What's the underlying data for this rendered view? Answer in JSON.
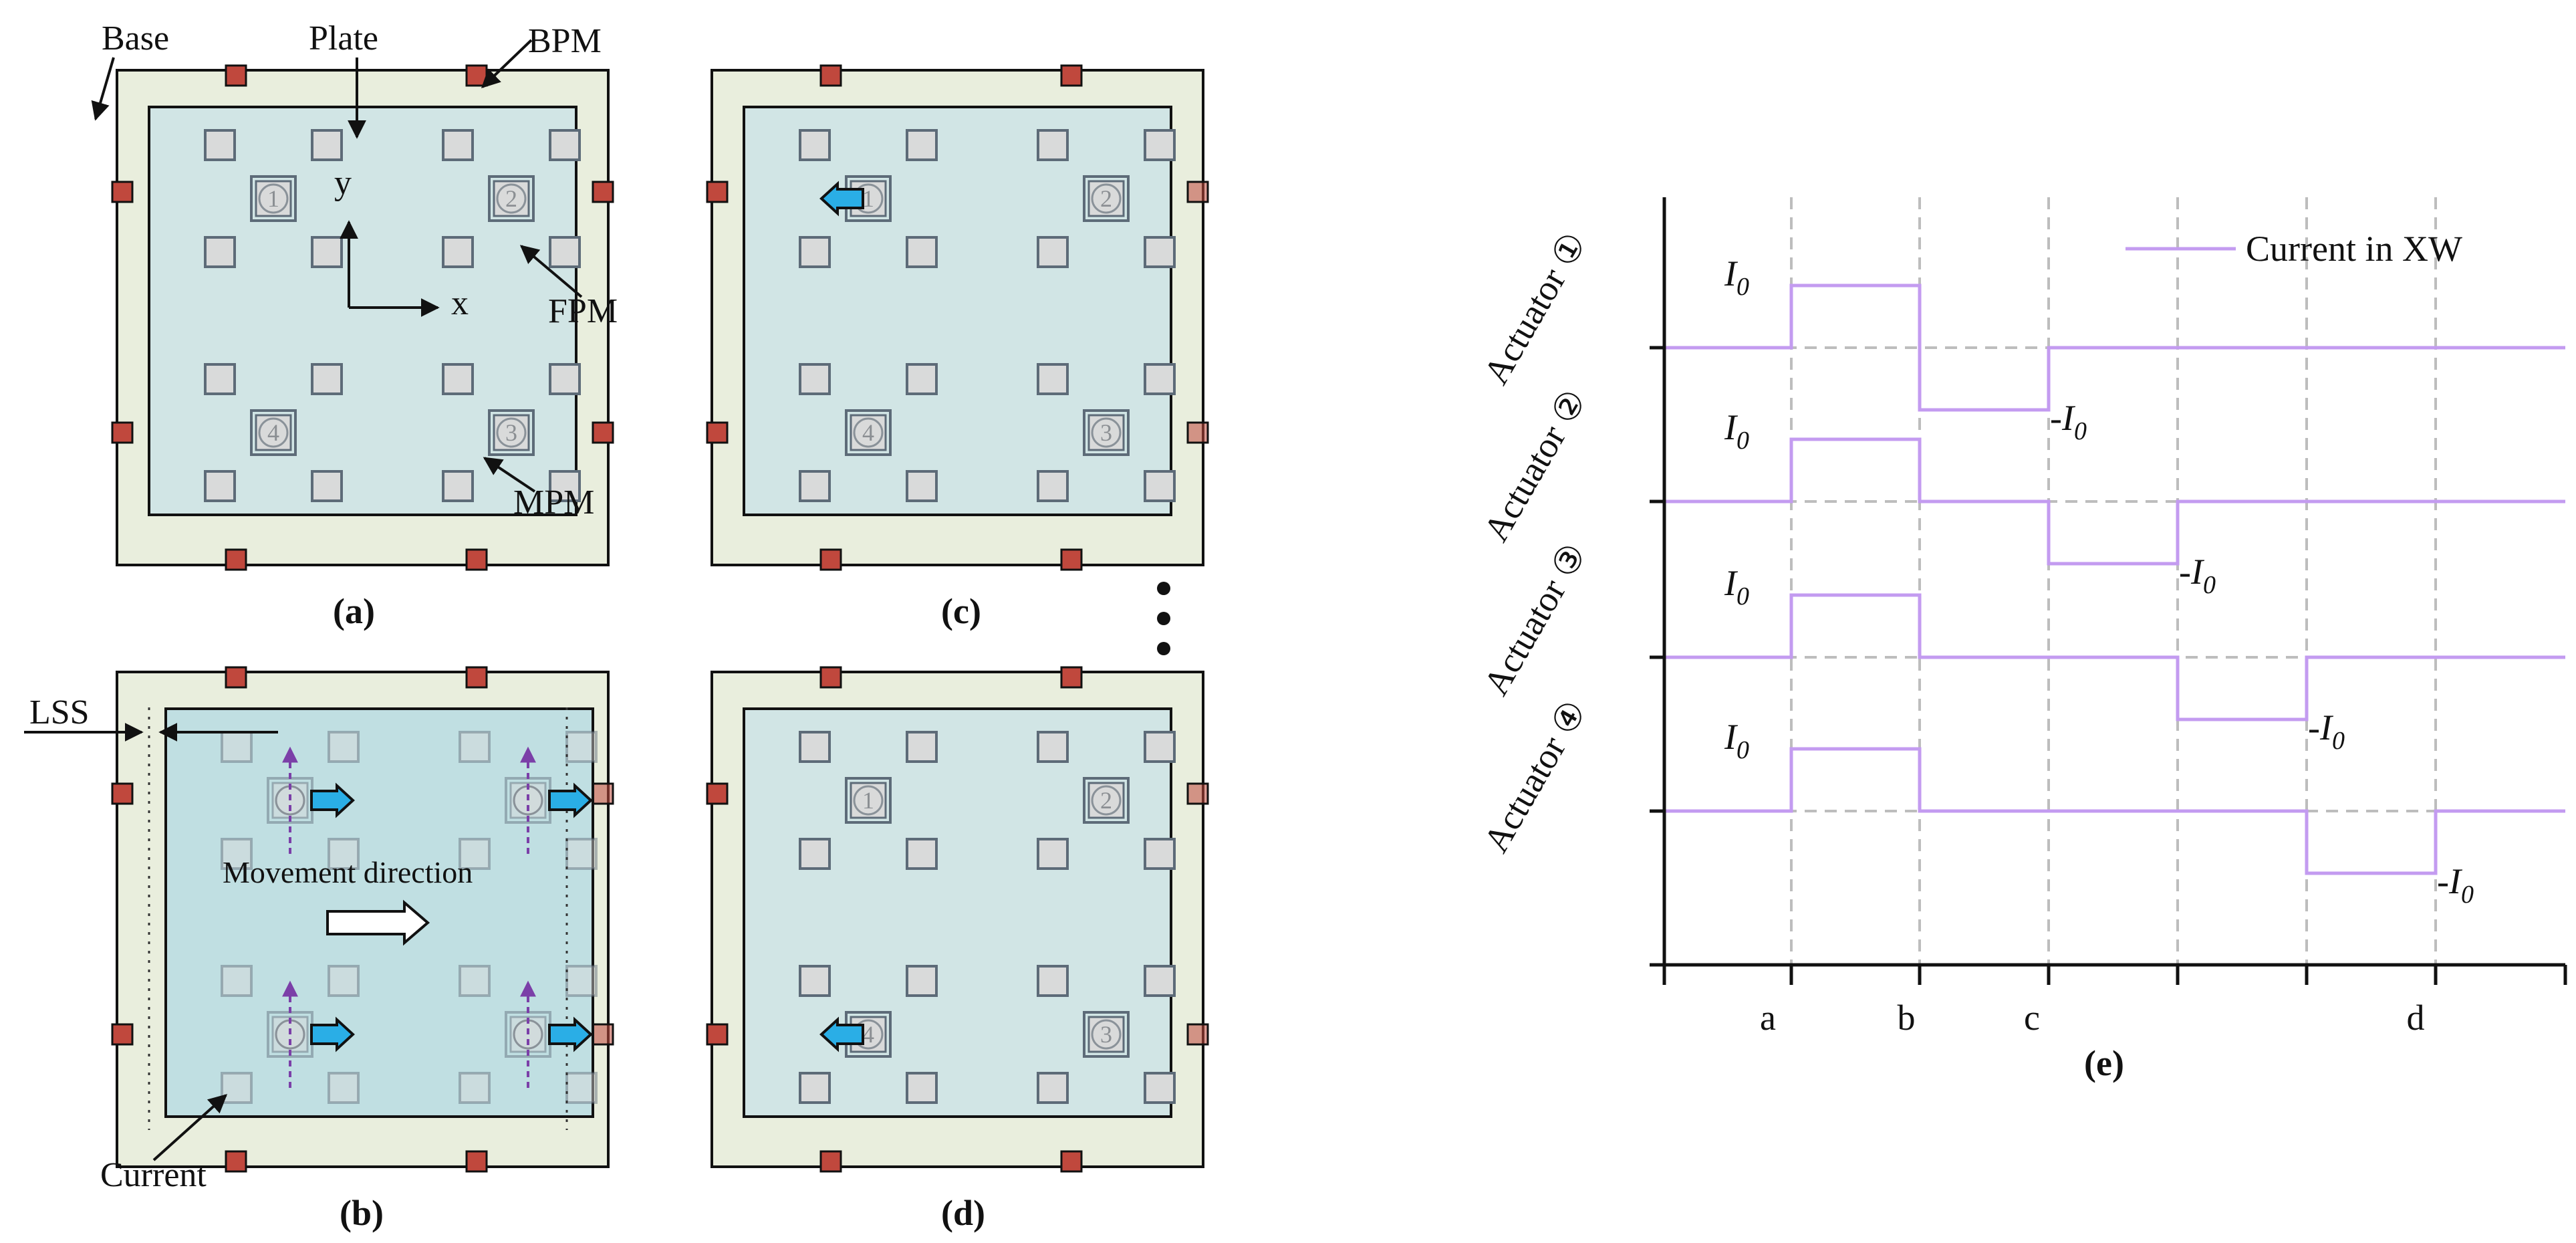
{
  "labels": {
    "base": "Base",
    "plate": "Plate",
    "bpm": "BPM",
    "fpm": "FPM",
    "mpm": "MPM",
    "y_axis": "y",
    "x_axis": "x",
    "lss": "LSS",
    "movement": "Movement direction",
    "current": "Current"
  },
  "captions": {
    "a": "(a)",
    "b": "(b)",
    "c": "(c)",
    "d": "(d)",
    "e": "(e)"
  },
  "actuator_numbers": [
    "1",
    "2",
    "3",
    "4"
  ],
  "chart_data": {
    "type": "line",
    "legend": "Current in XW",
    "legend_position": "top-right",
    "row_labels": [
      "Actuator ①",
      "Actuator ②",
      "Actuator ③",
      "Actuator ④"
    ],
    "level_label_pos": "I",
    "level_label_sub": "0",
    "level_label_neg": "-I",
    "x_tick_labels": [
      "a",
      "b",
      "c",
      "",
      "",
      "d"
    ],
    "grid": true,
    "series": [
      {
        "name": "Actuator ①",
        "x": [
          0,
          1,
          1,
          2,
          2,
          3,
          3,
          7
        ],
        "y": [
          0,
          0,
          1,
          1,
          -1,
          -1,
          0,
          0
        ]
      },
      {
        "name": "Actuator ②",
        "x": [
          0,
          1,
          1,
          2,
          2,
          3,
          3,
          4,
          4,
          7
        ],
        "y": [
          0,
          0,
          1,
          1,
          0,
          0,
          -1,
          -1,
          0,
          0
        ]
      },
      {
        "name": "Actuator ③",
        "x": [
          0,
          1,
          1,
          2,
          2,
          4,
          4,
          5,
          5,
          7
        ],
        "y": [
          0,
          0,
          1,
          1,
          0,
          0,
          -1,
          -1,
          0,
          0
        ]
      },
      {
        "name": "Actuator ④",
        "x": [
          0,
          1,
          1,
          2,
          2,
          5,
          5,
          6,
          6,
          7
        ],
        "y": [
          0,
          0,
          1,
          1,
          0,
          0,
          -1,
          -1,
          0,
          0
        ]
      }
    ],
    "colors": {
      "trace": "#c39bf0",
      "grid": "#bdbdbd",
      "base_fill": "#e9eedd",
      "plate_fill": "#cde3e6",
      "plate_fill_b": "#b9dce3",
      "bpm": "#c0483d",
      "fpm": "#d9dada",
      "arrow": "#2aaee6",
      "current_arrow": "#7b3fa8"
    }
  }
}
